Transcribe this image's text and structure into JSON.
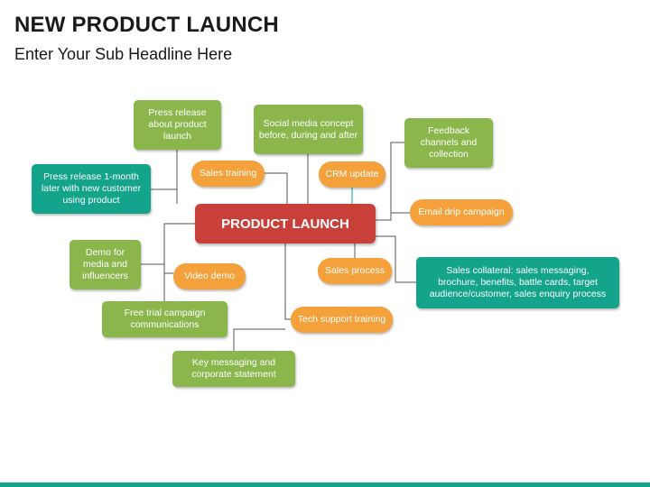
{
  "header": {
    "title": "NEW PRODUCT LAUNCH",
    "subtitle": "Enter Your Sub Headline Here"
  },
  "diagram": {
    "center": "PRODUCT LAUNCH",
    "nodes": {
      "press_release_launch": "Press release about product launch",
      "social_media": "Social media concept before, during and after",
      "feedback_channels": "Feedback channels and collection",
      "press_release_month": "Press release 1-month later with new customer using product",
      "sales_training": "Sales training",
      "crm_update": "CRM update",
      "email_drip": "Email drip campaign",
      "demo_media": "Demo for media and influencers",
      "video_demo": "Video demo",
      "sales_process": "Sales process",
      "sales_collateral": "Sales collateral: sales messaging, brochure, benefits, battle cards, target audience/customer, sales enquiry process",
      "free_trial": "Free trial campaign communications",
      "tech_support": "Tech support training",
      "key_messaging": "Key messaging and corporate statement"
    }
  },
  "colors": {
    "green": "#8ab64c",
    "teal": "#14a38b",
    "orange": "#f4a13c",
    "red": "#c9403a",
    "line": "#555555"
  }
}
